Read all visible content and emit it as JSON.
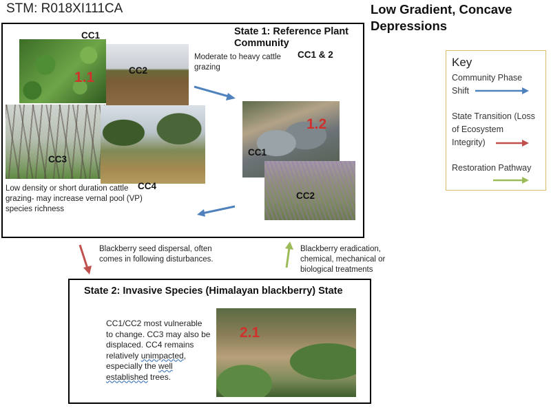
{
  "header": {
    "stm_id": "STM: R018XI111CA",
    "title": "Low Gradient, Concave Depressions"
  },
  "state1": {
    "title": "State 1: Reference Plant Community",
    "cc_labels": {
      "cc1_top": "CC1",
      "cc2_top": "CC2",
      "cc3": "CC3",
      "cc4": "CC4",
      "cc1_mid": "CC1",
      "cc2_mid": "CC2",
      "cc1_2": "CC1 & 2"
    },
    "phase_1_1": "1.1",
    "phase_1_2": "1.2",
    "grazing_heavy": "Moderate to heavy cattle grazing",
    "grazing_light": "Low density or short duration cattle grazing- may increase vernal pool (VP) species richness"
  },
  "transition": {
    "down_text": "Blackberry seed dispersal, often comes in following disturbances.",
    "up_text": "Blackberry eradication, chemical, mechanical or biological treatments"
  },
  "state2": {
    "title": "State 2: Invasive Species (Himalayan blackberry) State",
    "phase_2_1": "2.1",
    "description_plain_1": "CC1/CC2 most vulnerable to change. CC3 may also be displaced. CC4 remains relatively ",
    "description_u1": "unimpacted",
    "description_plain_2": ", especially the ",
    "description_u2": "well established",
    "description_plain_3": " trees."
  },
  "key": {
    "title": "Key",
    "items": [
      {
        "label": "Community Phase Shift",
        "arrow_color": "#4f81bd"
      },
      {
        "label": "State Transition (Loss of Ecosystem Integrity)",
        "arrow_color": "#c0504d"
      },
      {
        "label": "Restoration Pathway",
        "arrow_color": "#9bbb59"
      }
    ]
  },
  "colors": {
    "phase_shift": "#4f81bd",
    "state_transition": "#c0504d",
    "restoration": "#9bbb59",
    "phase_number": "#d0312d"
  }
}
